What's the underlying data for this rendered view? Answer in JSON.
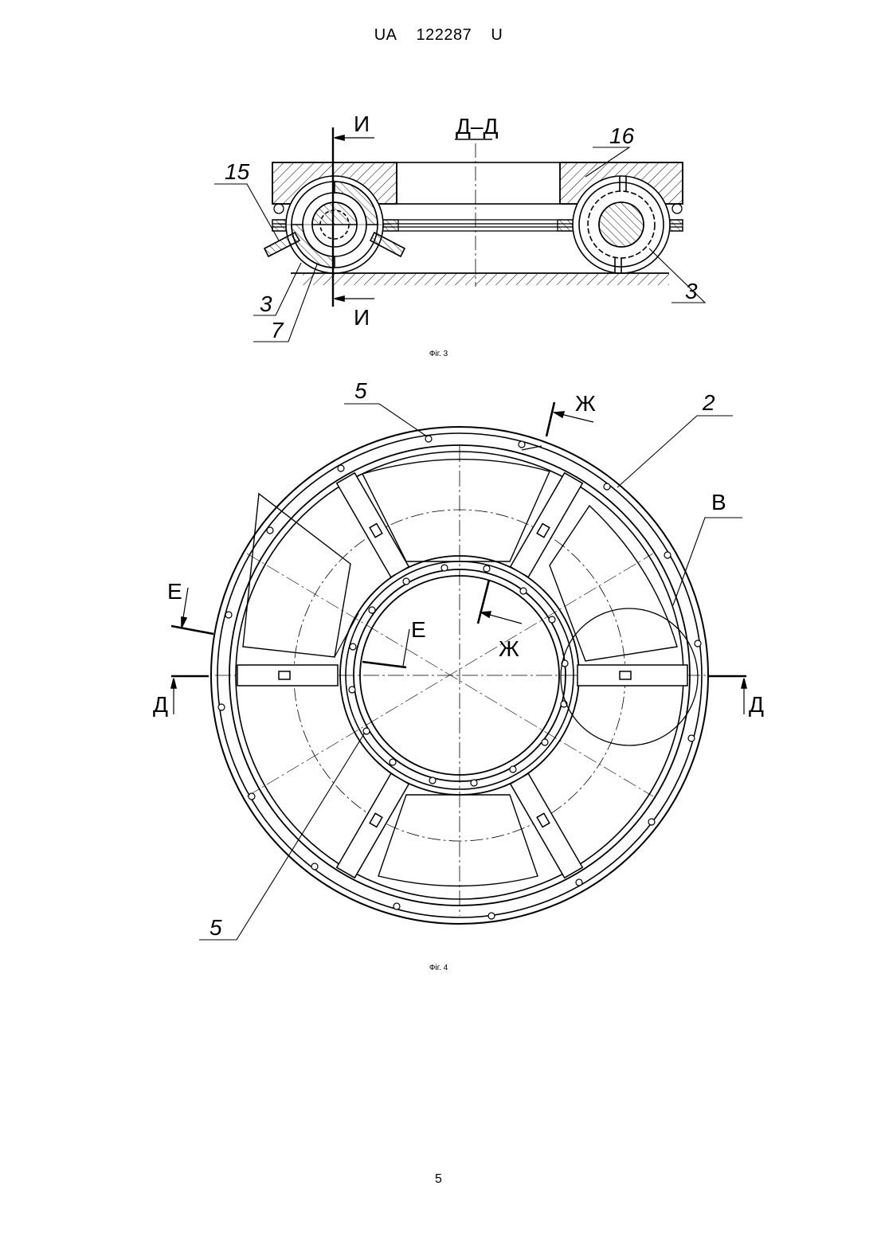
{
  "header": {
    "country": "UA",
    "number": "122287",
    "kind": "U"
  },
  "figure3": {
    "section_title": "Д–Д",
    "caption": "Фіг. 3",
    "labels": {
      "l15": "15",
      "l16": "16",
      "l3_left": "3",
      "l3_right": "3",
      "l7": "7",
      "cut_top": "И",
      "cut_bottom": "И"
    }
  },
  "figure4": {
    "caption": "Фіг. 4",
    "labels": {
      "l5_top": "5",
      "l5_bottom": "5",
      "l2": "2",
      "lB": "В",
      "lE_left": "Е",
      "lE_inner": "Е",
      "lZh_top": "Ж",
      "lZh_inner": "Ж",
      "lD_left": "Д",
      "lD_right": "Д"
    }
  },
  "page_number": "5"
}
